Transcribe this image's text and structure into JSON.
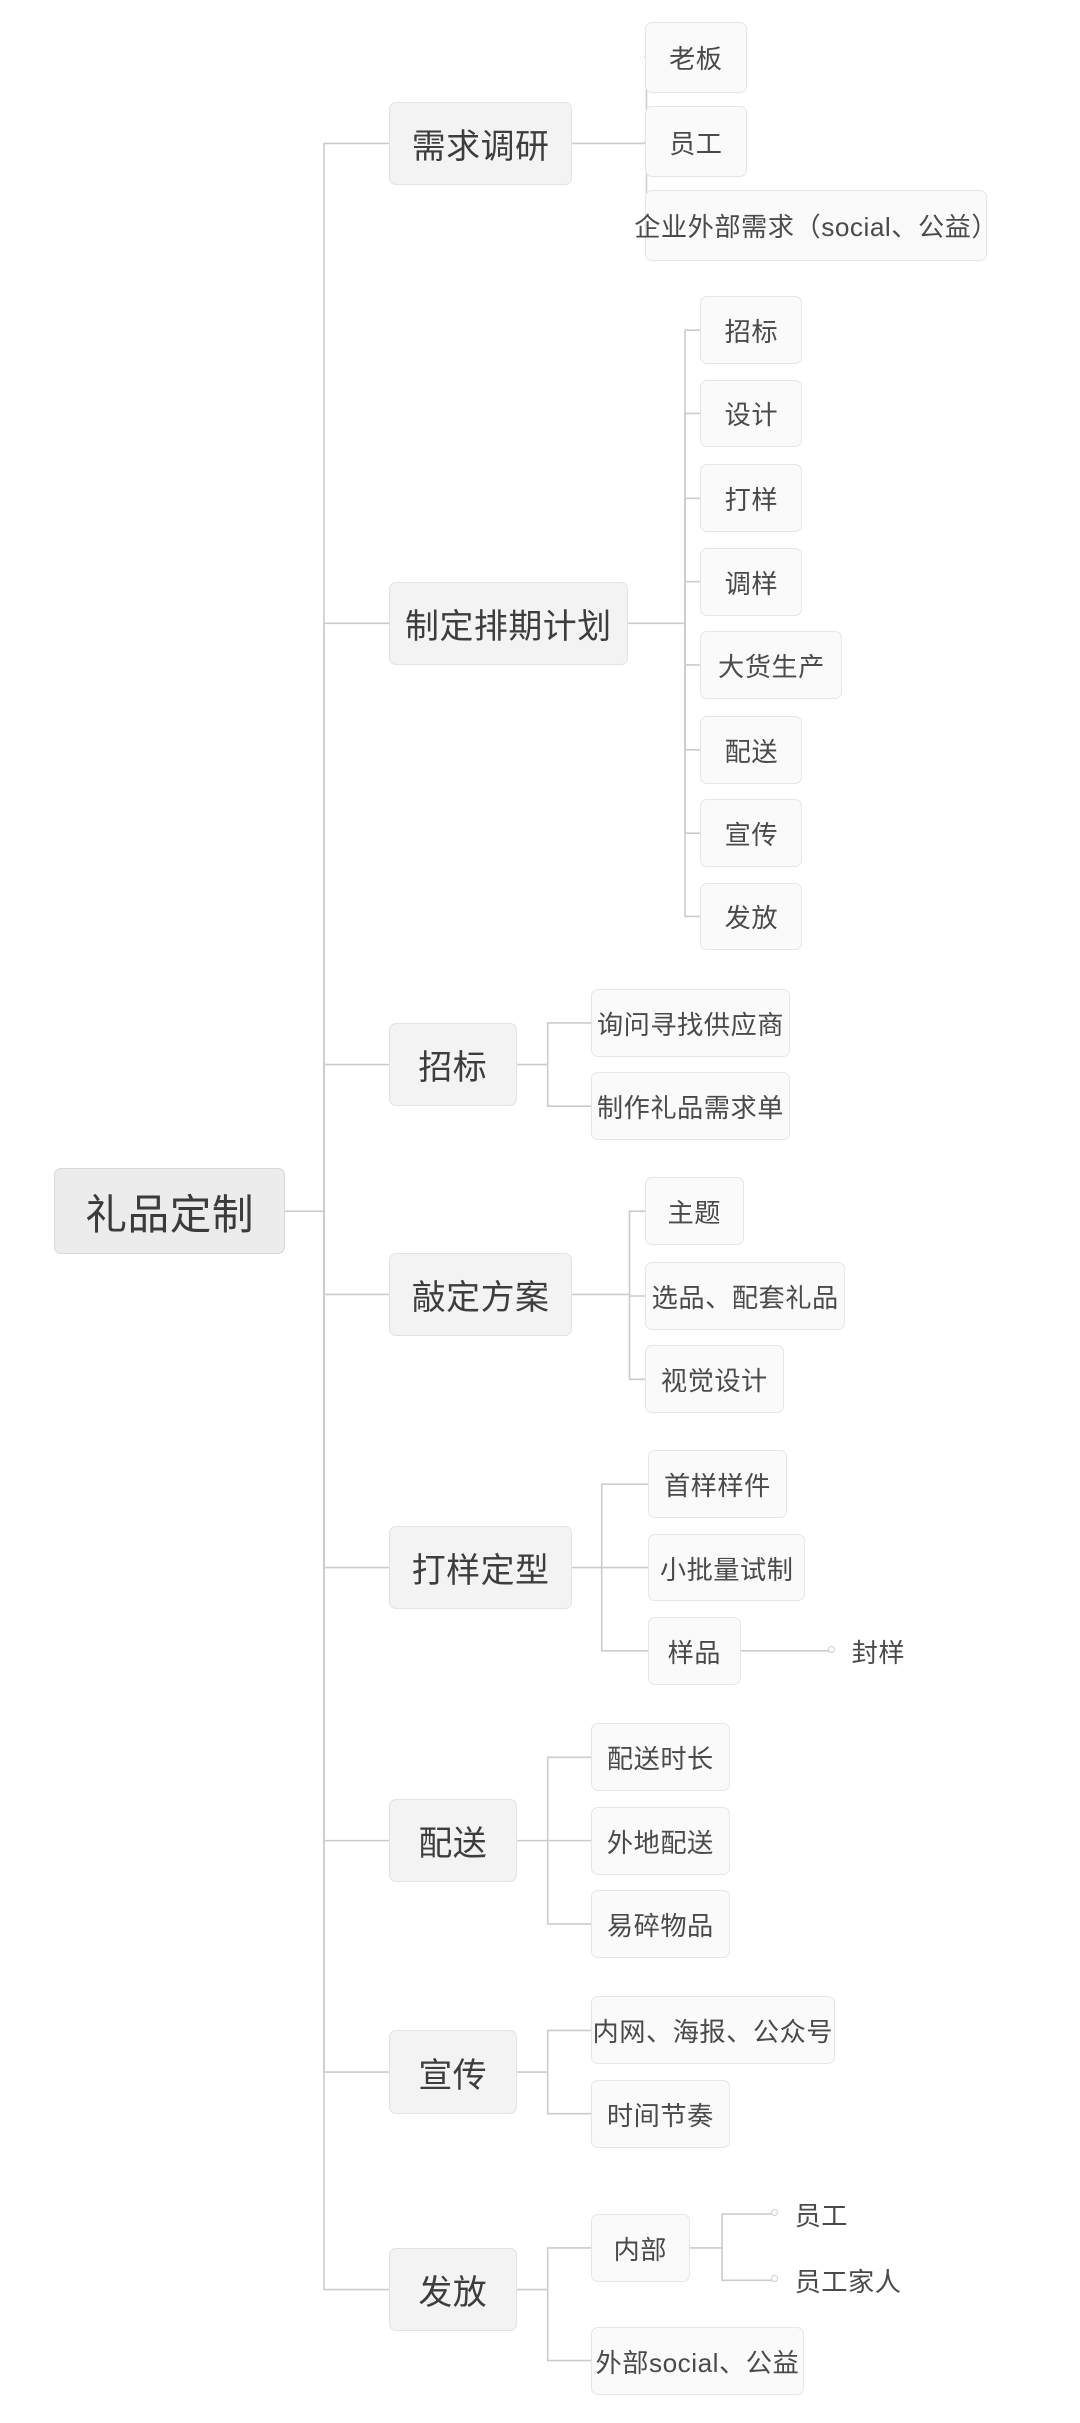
{
  "diagram": {
    "type": "mindmap",
    "title": "礼品定制",
    "orientation": "left-to-right",
    "colors": {
      "background": "#ffffff",
      "root_fill": "#ececec",
      "branch_fill": "#f3f3f3",
      "leaf_fill": "#fafafa",
      "border": "#e3e3e3",
      "connector": "#cccccc",
      "text": "#434343"
    }
  },
  "root": {
    "label": "礼品定制"
  },
  "branches": [
    {
      "label": "需求调研",
      "children": [
        {
          "label": "老板",
          "children": []
        },
        {
          "label": "员工",
          "children": []
        },
        {
          "label": "企业外部需求（social、公益）",
          "children": []
        }
      ]
    },
    {
      "label": "制定排期计划",
      "children": [
        {
          "label": "招标",
          "children": []
        },
        {
          "label": "设计",
          "children": []
        },
        {
          "label": "打样",
          "children": []
        },
        {
          "label": "调样",
          "children": []
        },
        {
          "label": "大货生产",
          "children": []
        },
        {
          "label": "配送",
          "children": []
        },
        {
          "label": "宣传",
          "children": []
        },
        {
          "label": "发放",
          "children": []
        }
      ]
    },
    {
      "label": "招标",
      "children": [
        {
          "label": "询问寻找供应商",
          "children": []
        },
        {
          "label": "制作礼品需求单",
          "children": []
        }
      ]
    },
    {
      "label": "敲定方案",
      "children": [
        {
          "label": "主题",
          "children": []
        },
        {
          "label": "选品、配套礼品",
          "children": []
        },
        {
          "label": "视觉设计",
          "children": []
        }
      ]
    },
    {
      "label": "打样定型",
      "children": [
        {
          "label": "首样样件",
          "children": []
        },
        {
          "label": "小批量试制",
          "children": []
        },
        {
          "label": "样品",
          "children": [
            {
              "label": "封样"
            }
          ]
        }
      ]
    },
    {
      "label": "配送",
      "children": [
        {
          "label": "配送时长",
          "children": []
        },
        {
          "label": "外地配送",
          "children": []
        },
        {
          "label": "易碎物品",
          "children": []
        }
      ]
    },
    {
      "label": "宣传",
      "children": [
        {
          "label": "内网、海报、公众号",
          "children": []
        },
        {
          "label": "时间节奏",
          "children": []
        }
      ]
    },
    {
      "label": "发放",
      "children": [
        {
          "label": "内部",
          "children": [
            {
              "label": "员工"
            },
            {
              "label": "员工家人"
            }
          ]
        },
        {
          "label": "外部social、公益",
          "children": []
        }
      ]
    }
  ]
}
